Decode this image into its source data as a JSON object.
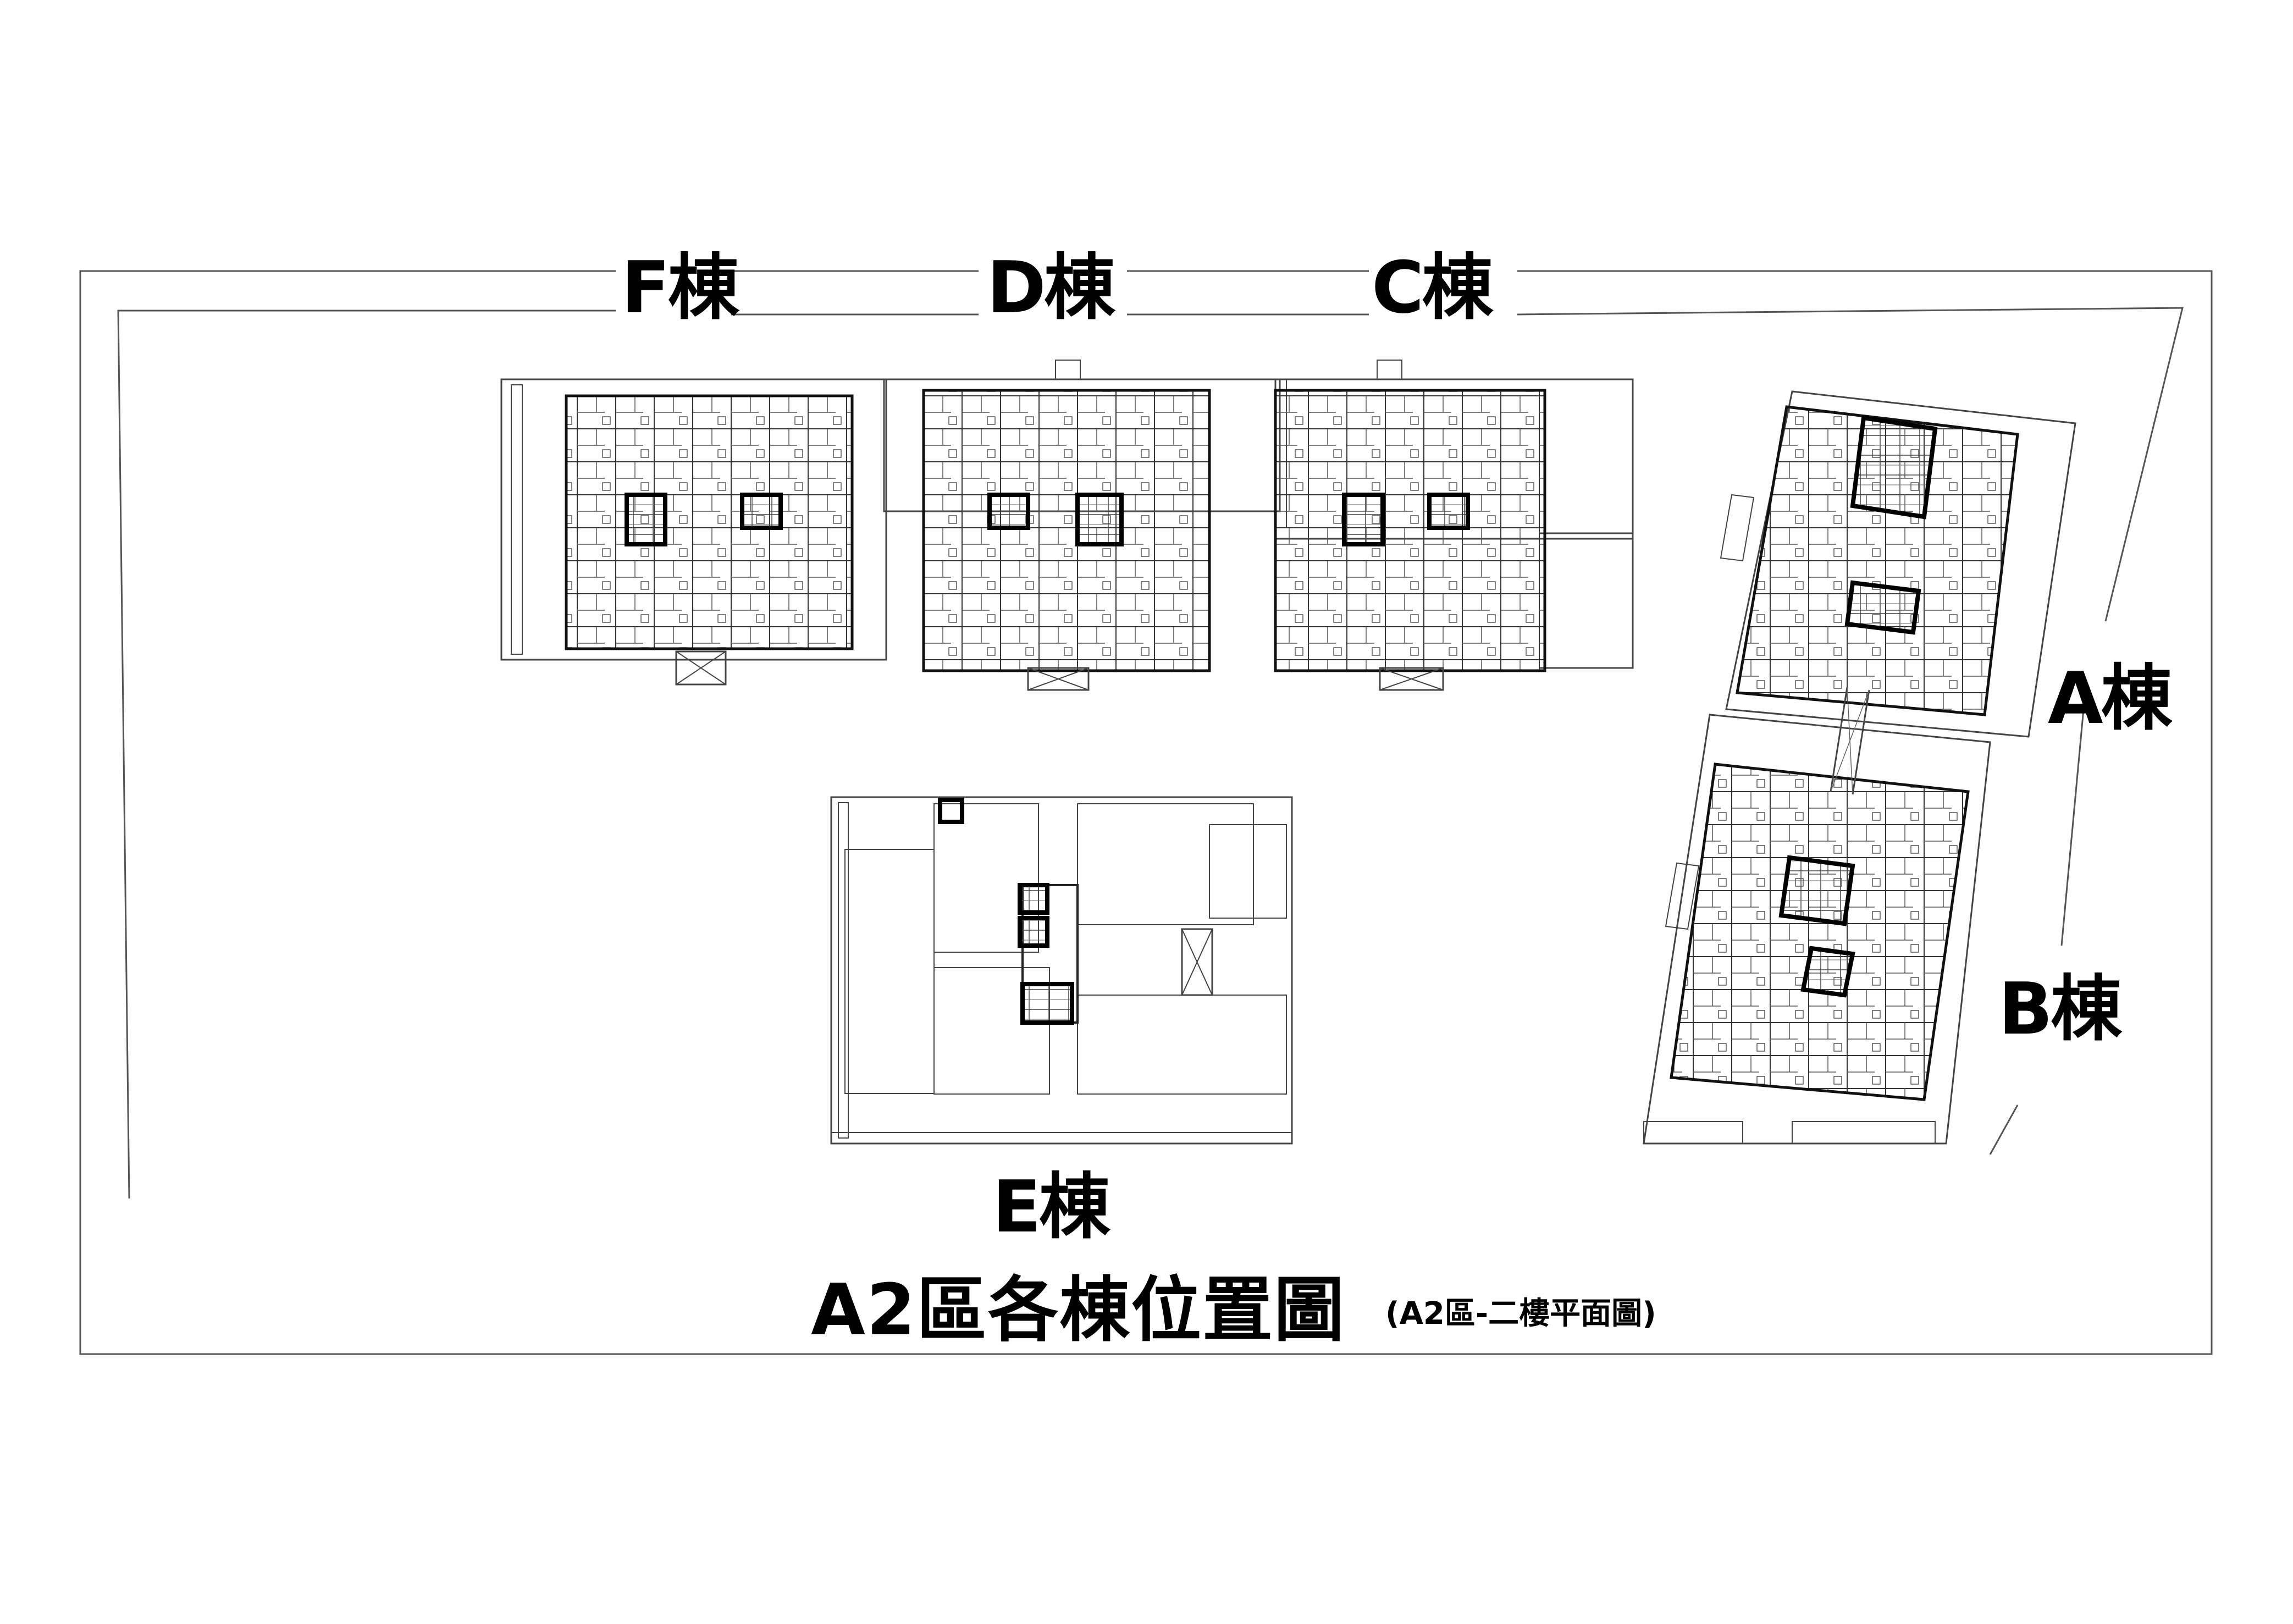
{
  "buildings": {
    "f": "F棟",
    "d": "D棟",
    "c": "C棟",
    "a": "A棟",
    "b": "B棟",
    "e": "E棟"
  },
  "title": "A2區各棟位置圖",
  "subtitle": "(A2區-二樓平面圖)"
}
